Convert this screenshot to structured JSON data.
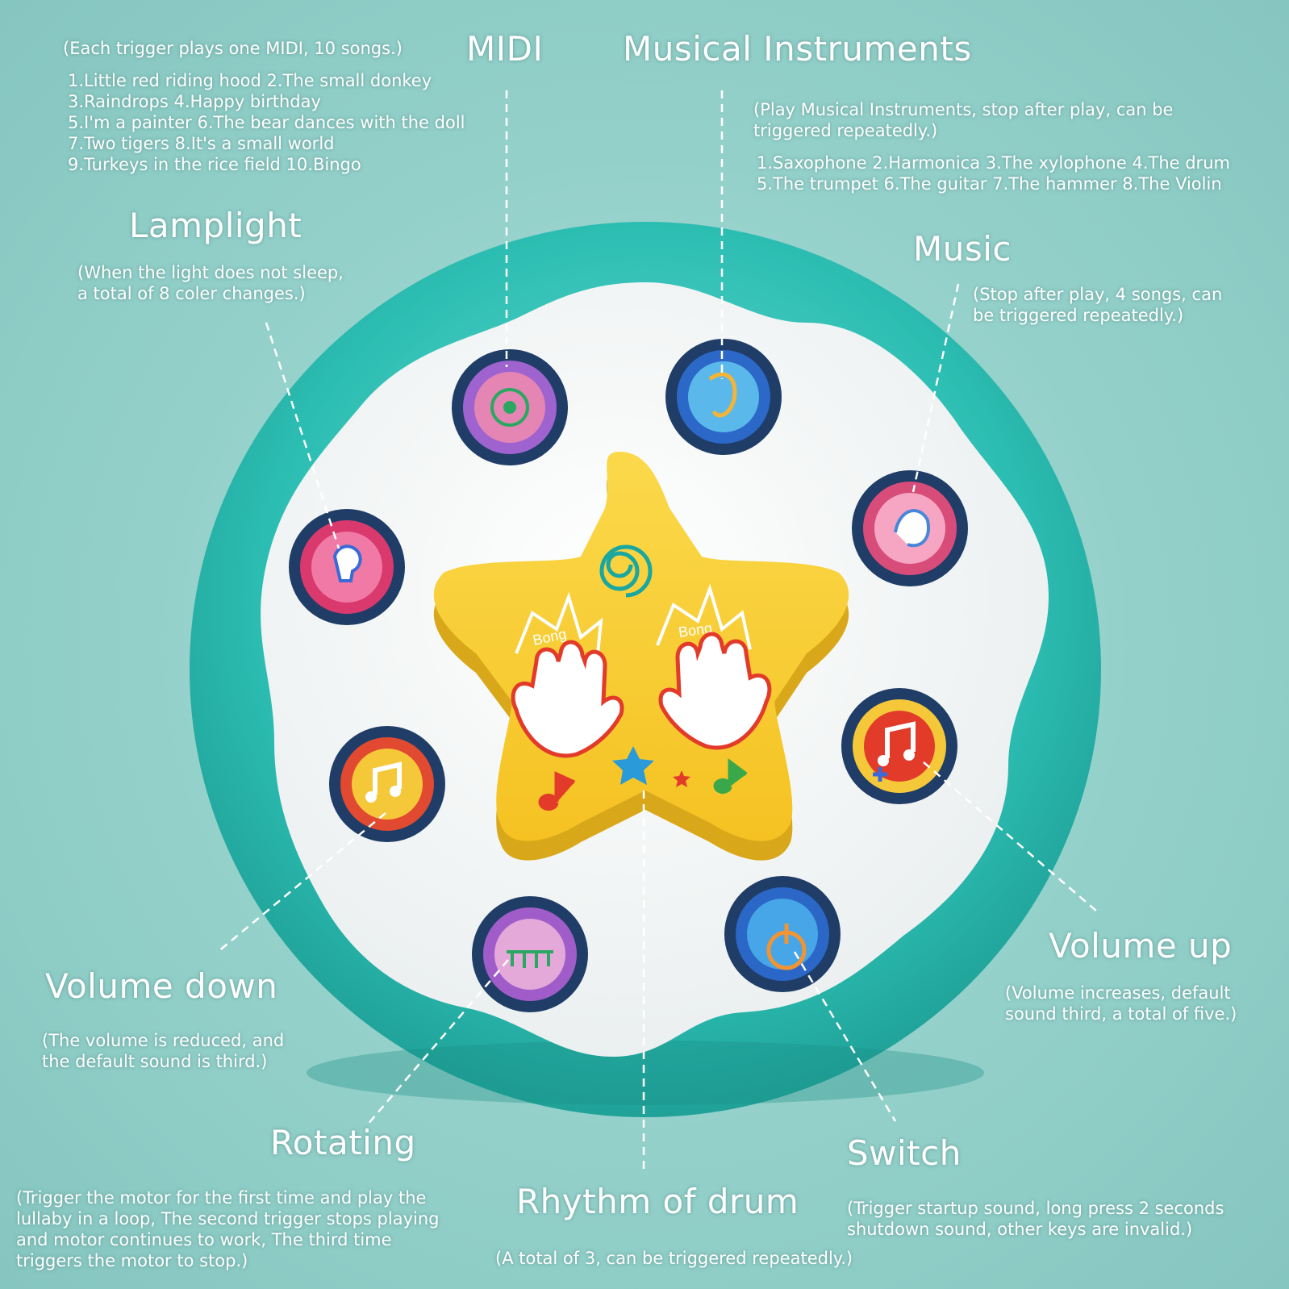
{
  "midi": {
    "title": "MIDI",
    "note": "(Each trigger plays one MIDI, 10 songs.)",
    "songs": "1.Little red riding hood    2.The small donkey\n3.Raindrops   4.Happy birthday\n5.I'm a painter   6.The bear dances with the doll\n7.Two tigers   8.It's a small world\n9.Turkeys in the rice field   10.Bingo"
  },
  "instruments": {
    "title": "Musical Instruments",
    "note": "(Play Musical Instruments, stop after play, can be\n  triggered repeatedly.)",
    "list": "1.Saxophone   2.Harmonica   3.The xylophone   4.The drum\n5.The trumpet   6.The guitar   7.The hammer   8.The Violin"
  },
  "lamplight": {
    "title": "Lamplight",
    "note": "(When the light does not sleep,\n   a total of 8 coler changes.)"
  },
  "music": {
    "title": "Music",
    "note": "(Stop after play, 4 songs, can\n  be triggered repeatedly.)"
  },
  "volume_up": {
    "title": "Volume up",
    "note": "(Volume increases, default\n  sound third, a total of five.)"
  },
  "volume_down": {
    "title": "Volume down",
    "note": "(The volume is reduced, and\n  the default sound is third.)"
  },
  "rotating": {
    "title": "Rotating",
    "note": "(Trigger the motor for the first time and play the\n  lullaby in a loop, The second trigger stops playing\n  and motor continues to work, The third time\n  triggers the motor to stop.)"
  },
  "switch": {
    "title": "Switch",
    "note": "(Trigger startup sound, long press 2 seconds\n  shutdown sound, other keys are invalid.)"
  },
  "rhythm": {
    "title": "Rhythm of drum",
    "note": "(A total of 3, can be triggered repeatedly.)"
  },
  "toy": {
    "star_label_left": "Bong",
    "star_label_right": "Bong",
    "colors": {
      "shell": "#2fc0b6",
      "star": "#f8cf2e",
      "button_ring": "#1f3d66"
    }
  }
}
